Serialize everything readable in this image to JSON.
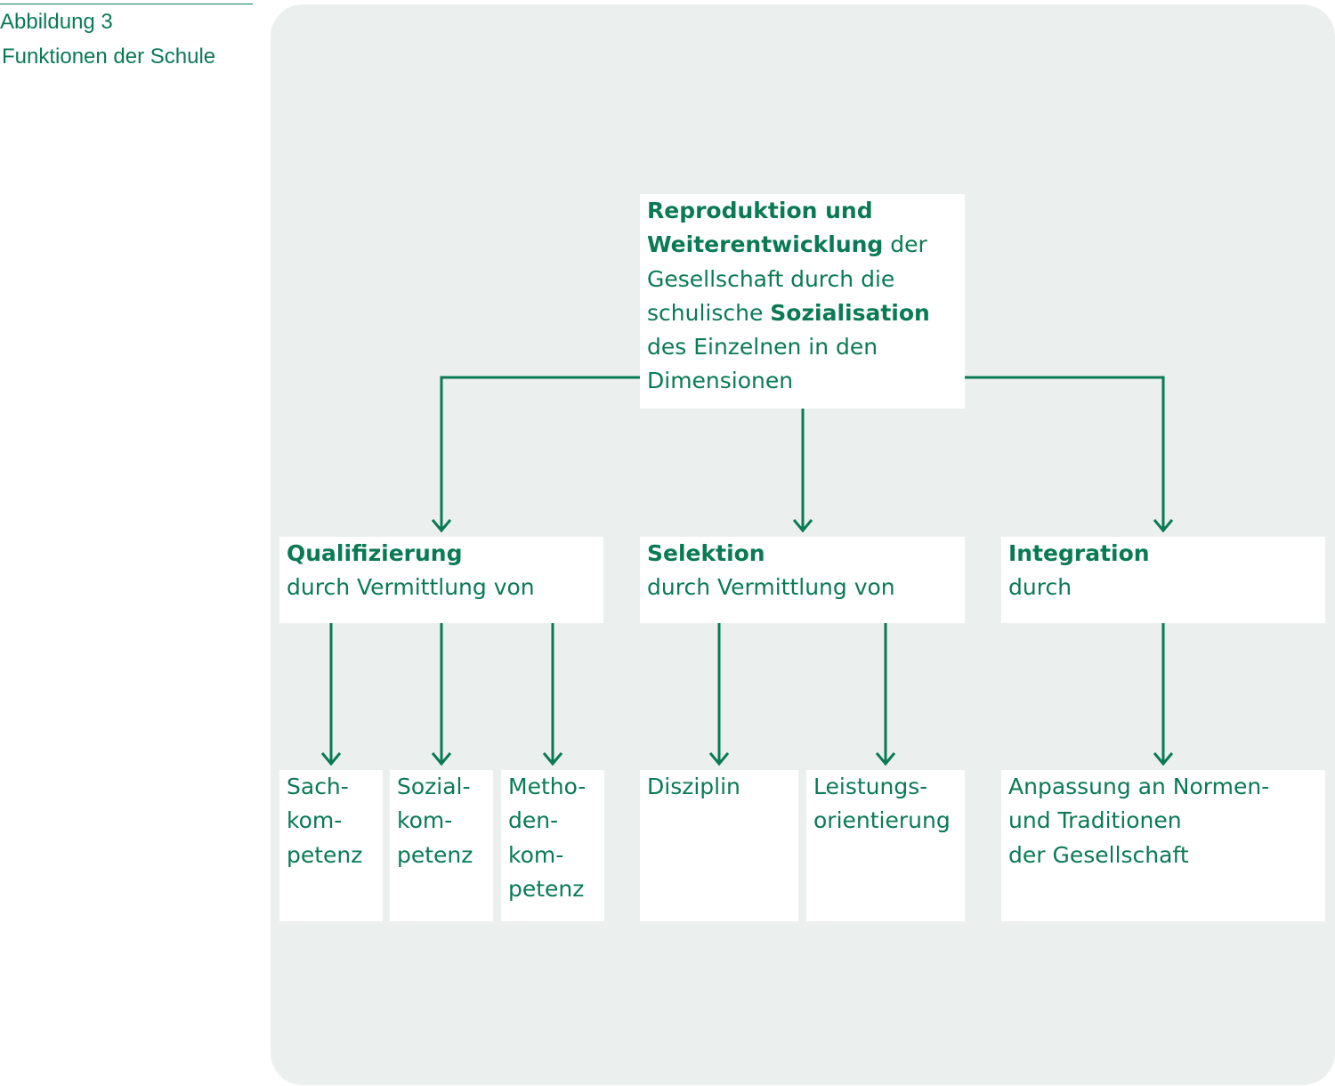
{
  "caption": {
    "label": "Abbildung 3",
    "title": "Funktionen der Schule"
  },
  "root": {
    "line1": "Reproduktion und",
    "line2_bold": "Weiterentwicklung",
    "line2_rest": " der",
    "line3": "Gesellschaft durch die",
    "line4_plain": "schulische ",
    "line4_bold": "Sozialisation",
    "line5": "des Einzelnen in den",
    "line6": "Dimensionen"
  },
  "dimensions": {
    "qualifizierung": {
      "title": "Qualifizierung",
      "subtitle": "durch Vermittlung von"
    },
    "selektion": {
      "title": "Selektion",
      "subtitle": "durch Vermittlung von"
    },
    "integration": {
      "title": "Integration",
      "subtitle": "durch"
    }
  },
  "leaves": {
    "sachkompetenz": [
      "Sach-",
      "kom-",
      "petenz"
    ],
    "sozialkompetenz": [
      "Sozial-",
      "kom-",
      "petenz"
    ],
    "methodenkompetenz": [
      "Metho-",
      "den-",
      "kom-",
      "petenz"
    ],
    "disziplin": [
      "Disziplin"
    ],
    "leistungsorientierung": [
      "Leistungs-",
      "orientierung"
    ],
    "anpassung": [
      "Anpassung an Normen-",
      "und Traditionen",
      "der Gesellschaft"
    ]
  },
  "colors": {
    "accent": "#0a7a55",
    "panel": "#ebf0ee",
    "box": "#ffffff"
  }
}
